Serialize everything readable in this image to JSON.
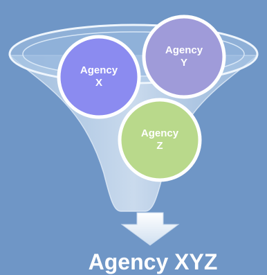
{
  "diagram": {
    "agencies": [
      {
        "line1": "Agency",
        "line2": "X",
        "color": "#8b8bf0"
      },
      {
        "line1": "Agency",
        "line2": "Y",
        "color": "#9f9bd9"
      },
      {
        "line1": "Agency",
        "line2": "Z",
        "color": "#b9d98b"
      }
    ],
    "result_label": "Agency XYZ",
    "colors": {
      "background": "#6f96c6",
      "funnel_fill": "#b9d3ea",
      "circle_border": "#ffffff",
      "arrow": "#e6eef7"
    }
  }
}
